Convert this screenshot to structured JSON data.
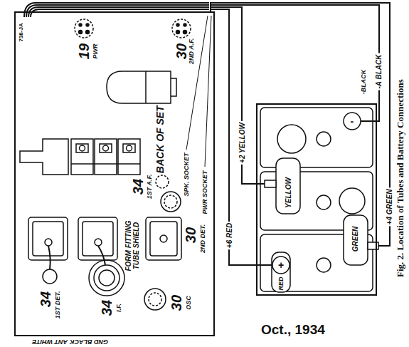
{
  "diagram": {
    "caption": "Fig. 2. Location of Tubes and Battery Connections",
    "nodes": [
      {
        "text": [
          "738-JA",
          "19",
          "PWR",
          "30",
          "2ND A.F.",
          "BACK OF SET",
          "34",
          "1ST A.F.",
          "30",
          "2ND DET.",
          "34",
          "1ST DET.",
          "34",
          "I.F.",
          "FORM FITTING TUBE SHIELD",
          "30",
          "OSC"
        ]
      },
      {
        "text": [
          "YELLOW",
          "GREEN",
          "RED",
          "+",
          "-"
        ]
      }
    ],
    "edges": [
      {
        "from": 0,
        "to": 1,
        "arrow": "none",
        "label": "+6 RED"
      },
      {
        "from": 0,
        "to": 1,
        "arrow": "none",
        "label": "+2 YELLOW"
      },
      {
        "from": 0,
        "to": 1,
        "arrow": "none",
        "label": "-A BLACK"
      },
      {
        "from": 0,
        "to": 1,
        "arrow": "none",
        "label": "+4 GREEN"
      }
    ],
    "labels": [
      "SPK. SOCKET",
      "PWR SOCKET",
      "-BLACK",
      "ANT WHITE",
      "GND BLACK",
      "Oct., 1934"
    ]
  }
}
